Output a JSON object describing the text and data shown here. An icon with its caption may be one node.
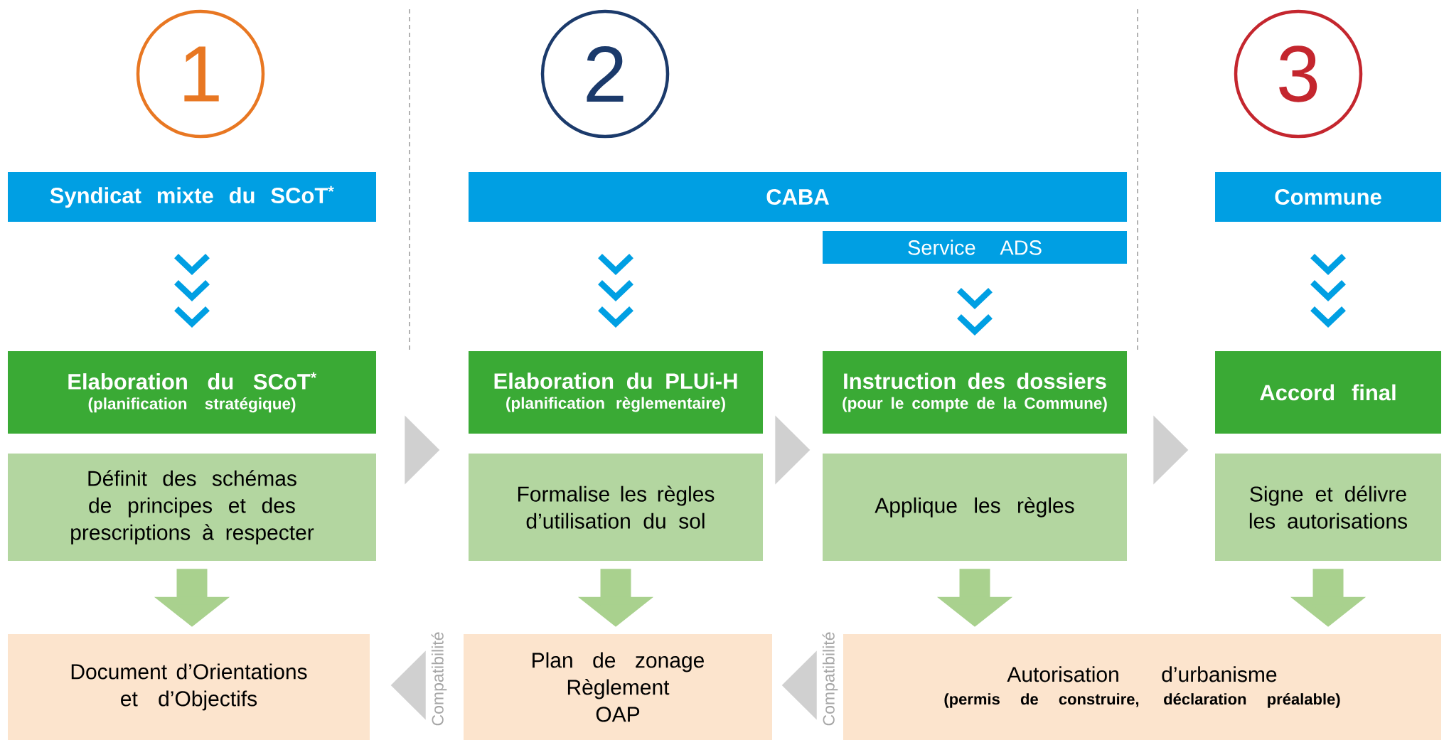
{
  "diagram": {
    "nodes": [
      {
        "text": [
          "1"
        ]
      },
      {
        "text": [
          "2"
        ]
      },
      {
        "text": [
          "3"
        ]
      },
      {
        "text": [
          "Syndicat mixte du SCoT$^{*}$"
        ]
      },
      {
        "text": [
          "CABA"
        ]
      },
      {
        "text": [
          "Service ADS"
        ]
      },
      {
        "text": [
          "Commune"
        ]
      },
      {
        "text": [
          "Elaboration du SCoT$^{*}$",
          "(planification stratégique)"
        ]
      },
      {
        "text": [
          "Elaboration du PLUi-H",
          "(planification règlementaire)"
        ]
      },
      {
        "text": [
          "Instruction des dossiers",
          "(pour le compte de la Commune)"
        ]
      },
      {
        "text": [
          "Accord final"
        ]
      },
      {
        "text": [
          "Définit des schémas de principes et des prescriptions à respecter"
        ]
      },
      {
        "text": [
          "Formalise les règles d’utilisation du sol"
        ]
      },
      {
        "text": [
          "Applique les règles"
        ]
      },
      {
        "text": [
          "Signe et délivre les autorisations"
        ]
      },
      {
        "text": [
          "Document d’Orientations et d’Objectifs"
        ]
      },
      {
        "text": [
          "Plan de zonage",
          "Règlement",
          "OAP"
        ]
      },
      {
        "text": [
          "Autorisation d’urbanisme",
          "(permis de construire, déclaration préalable)"
        ]
      }
    ],
    "edges": [
      {
        "from": 3,
        "to": 7,
        "arrow": "to",
        "color": "#009fe3"
      },
      {
        "from": 4,
        "to": 8,
        "arrow": "to",
        "color": "#009fe3"
      },
      {
        "from": 5,
        "to": 9,
        "arrow": "to",
        "color": "#009fe3"
      },
      {
        "from": 6,
        "to": 10,
        "arrow": "to",
        "color": "#009fe3"
      },
      {
        "from": 7,
        "to": 8,
        "arrow": "to",
        "color": "#d0d0d0"
      },
      {
        "from": 8,
        "to": 9,
        "arrow": "to",
        "color": "#d0d0d0"
      },
      {
        "from": 9,
        "to": 10,
        "arrow": "to",
        "color": "#d0d0d0"
      },
      {
        "from": 11,
        "to": 15,
        "arrow": "to",
        "style": "thick",
        "color": "#a9d18e"
      },
      {
        "from": 12,
        "to": 16,
        "arrow": "to",
        "style": "thick",
        "color": "#a9d18e"
      },
      {
        "from": 13,
        "to": 17,
        "arrow": "to",
        "style": "thick",
        "color": "#a9d18e"
      },
      {
        "from": 14,
        "to": 17,
        "arrow": "to",
        "style": "thick",
        "color": "#a9d18e"
      },
      {
        "from": 16,
        "to": 15,
        "arrow": "to",
        "label": "Compatibilité",
        "color": "#d0d0d0"
      },
      {
        "from": 17,
        "to": 16,
        "arrow": "to",
        "label": "Compatibilité",
        "color": "#d0d0d0"
      }
    ]
  }
}
